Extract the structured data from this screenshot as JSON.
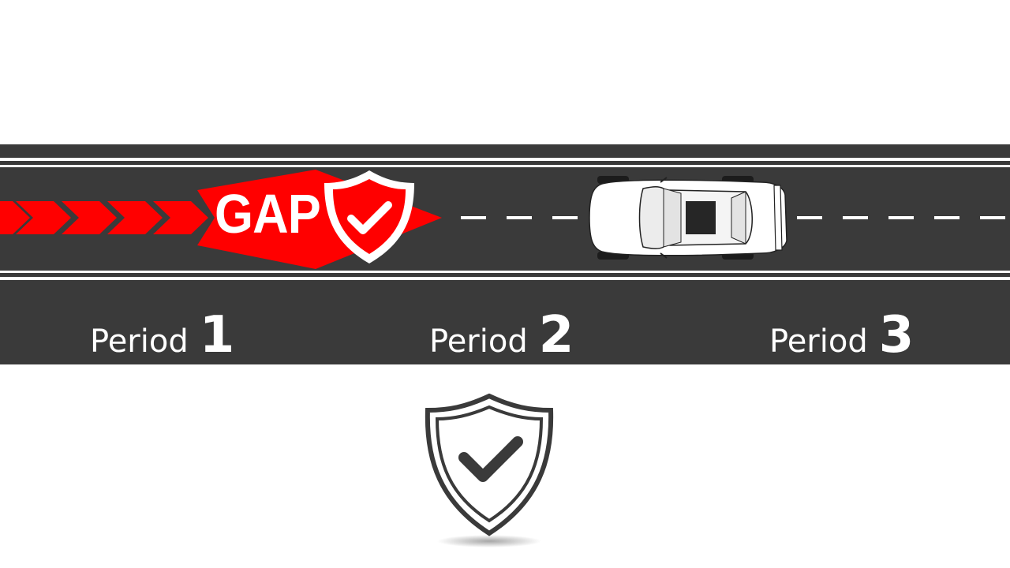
{
  "road": {
    "gap_label": "GAP",
    "periods": [
      {
        "word": "Period",
        "number": "1"
      },
      {
        "word": "Period",
        "number": "2"
      },
      {
        "word": "Period",
        "number": "3"
      }
    ]
  },
  "colors": {
    "road": "#3a3a3a",
    "gap_red": "#ff0000",
    "shield_dark": "#3a3a3a",
    "line_white": "#ffffff"
  },
  "icons": [
    "gap-shield-check-icon",
    "car-icon",
    "shield-check-icon"
  ]
}
